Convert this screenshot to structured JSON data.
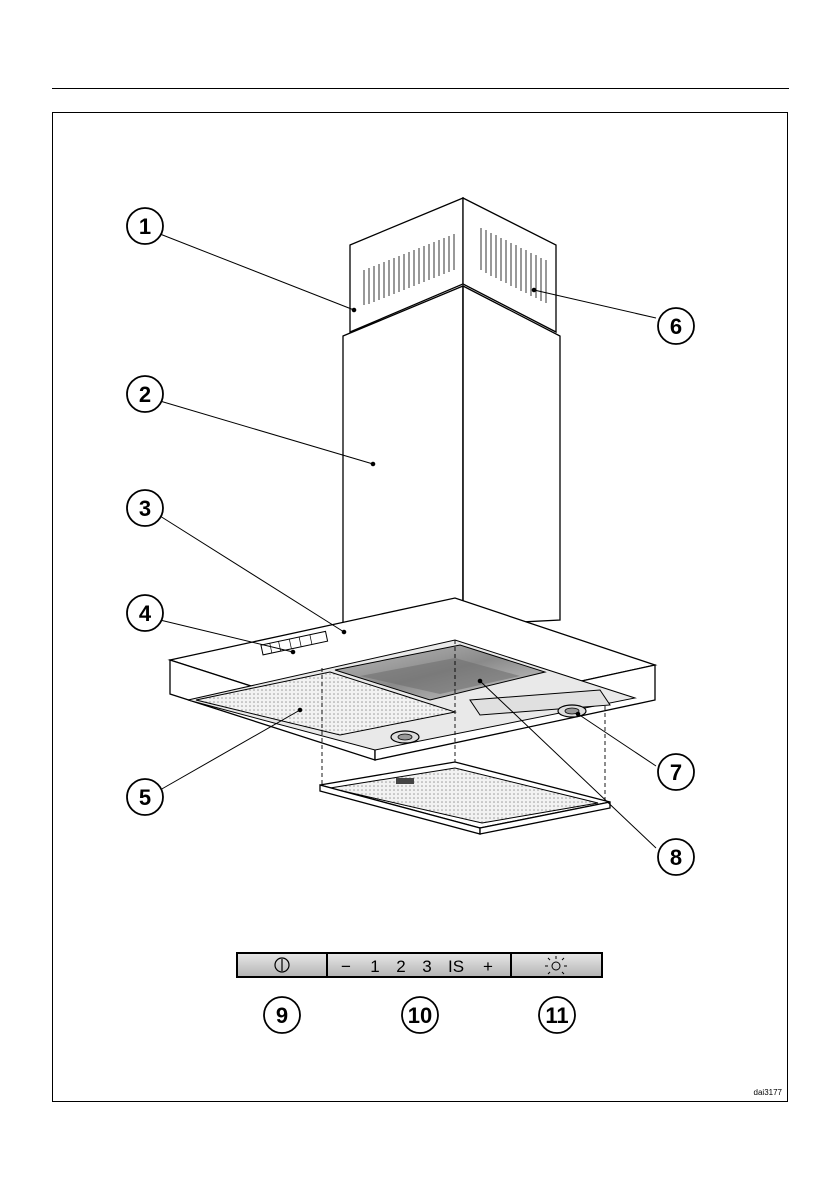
{
  "callouts": {
    "c1": "1",
    "c2": "2",
    "c3": "3",
    "c4": "4",
    "c5": "5",
    "c6": "6",
    "c7": "7",
    "c8": "8",
    "c9": "9",
    "c10": "10",
    "c11": "11"
  },
  "control_panel": {
    "power_symbol": "⏀",
    "minus": "−",
    "speed_1": "1",
    "speed_2": "2",
    "speed_3": "3",
    "intensive": "IS",
    "plus": "+",
    "light_icon": "light-icon"
  },
  "figure_ref": "dai3177"
}
